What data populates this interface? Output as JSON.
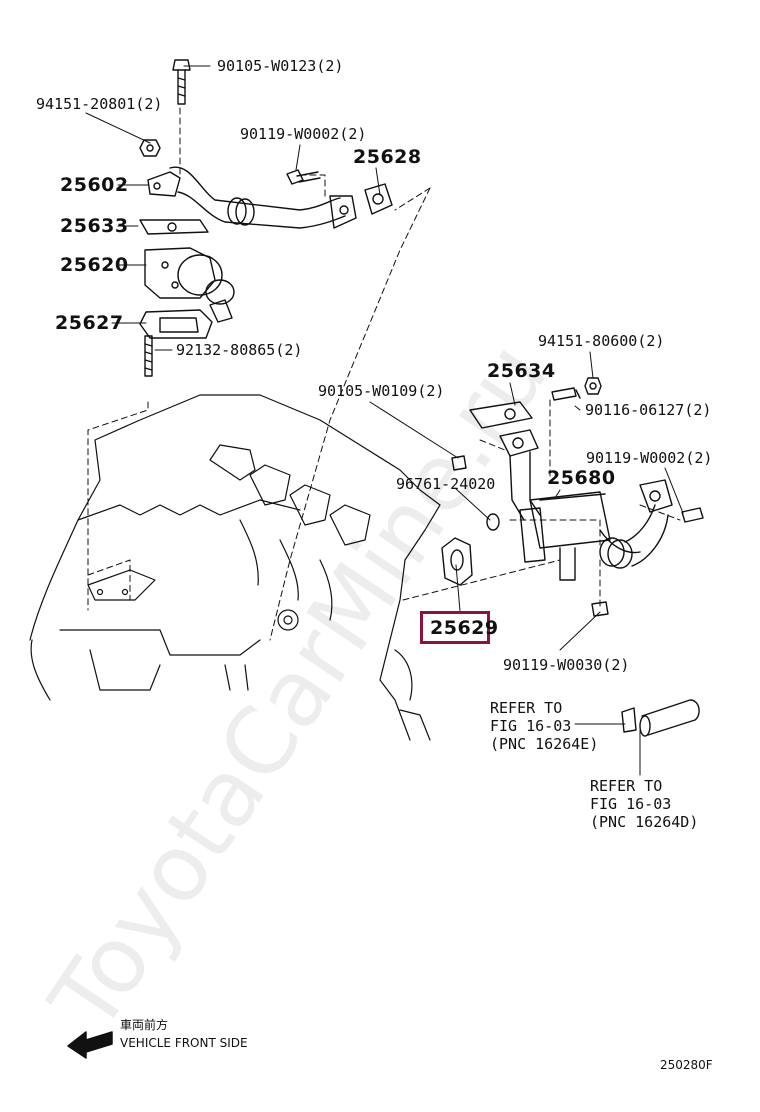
{
  "watermark": "ToyotaCarMine.ru",
  "highlight_color": "#8a1538",
  "parts": {
    "p_90105_w0123": "90105-W0123(2)",
    "p_94151_20801": "94151-20801(2)",
    "p_90119_w0002_top": "90119-W0002(2)",
    "p_25628": "25628",
    "p_25602": "25602",
    "p_25633": "25633",
    "p_25620": "25620",
    "p_25627": "25627",
    "p_92132_80865": "92132-80865(2)",
    "p_94151_80600": "94151-80600(2)",
    "p_25634": "25634",
    "p_90105_w0109": "90105-W0109(2)",
    "p_90116_06127": "90116-06127(2)",
    "p_90119_w0002_right": "90119-W0002(2)",
    "p_96761_24020": "96761-24020",
    "p_25680": "25680",
    "p_25629": "25629",
    "p_90119_w0030": "90119-W0030(2)"
  },
  "refer_1": {
    "line1": "REFER TO",
    "line2": "FIG 16-03",
    "line3": "(PNC 16264E)"
  },
  "refer_2": {
    "line1": "REFER TO",
    "line2": "FIG 16-03",
    "line3": "(PNC 16264D)"
  },
  "front": {
    "japanese": "車両前方",
    "english": "VEHICLE FRONT SIDE"
  },
  "figure_code": "250280F"
}
